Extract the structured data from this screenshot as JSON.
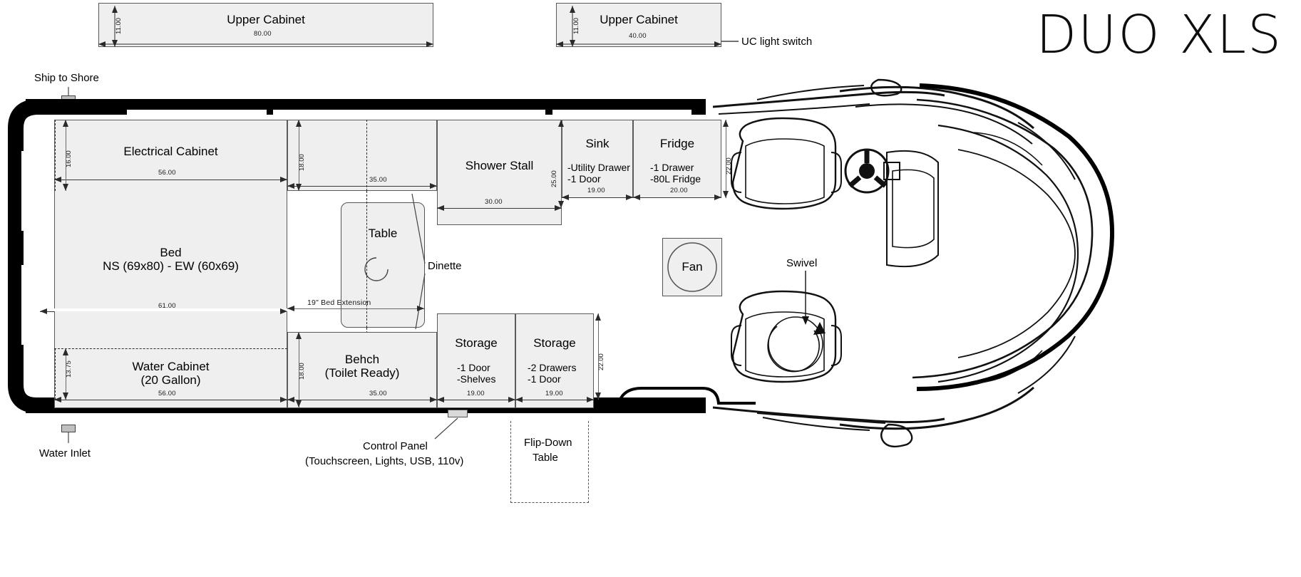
{
  "brand": {
    "title": "DUO XLS"
  },
  "upper_cabinets": [
    {
      "name": "Upper Cabinet",
      "width": "80.00",
      "height": "11.00"
    },
    {
      "name": "Upper Cabinet",
      "width": "40.00",
      "height": "11.00"
    }
  ],
  "callouts": {
    "uc_light_switch": "UC light switch",
    "ship_to_shore": "Ship to Shore",
    "water_inlet": "Water Inlet",
    "dinette": "Dinette",
    "swivel": "Swivel",
    "control_panel_line1": "Control Panel",
    "control_panel_line2": "(Touchscreen, Lights, USB, 110v)",
    "flip_down_line1": "Flip-Down",
    "flip_down_line2": "Table"
  },
  "modules": {
    "electrical_cabinet": {
      "label": "Electrical Cabinet",
      "depth": "16.00",
      "length": "56.00"
    },
    "bed": {
      "label_line1": "Bed",
      "label_line2": "NS (69x80) - EW (60x69)",
      "length": "61.00"
    },
    "water_cabinet": {
      "label_line1": "Water Cabinet",
      "label_line2": "(20 Gallon)",
      "depth": "13.75",
      "length": "56.00"
    },
    "upper_counter": {
      "depth": "18.00",
      "length": "35.00"
    },
    "table": {
      "label": "Table"
    },
    "bed_extension": {
      "label": "19\" Bed Extension"
    },
    "bench": {
      "label_line1": "Behch",
      "label_line2": "(Toilet Ready)",
      "depth": "18.00",
      "length": "35.00"
    },
    "shower_stall": {
      "label": "Shower Stall",
      "length": "30.00",
      "depth": "25.00"
    },
    "sink": {
      "label": "Sink",
      "features": [
        "-Utility Drawer",
        "-1 Door"
      ],
      "length": "19.00"
    },
    "fridge": {
      "label": "Fridge",
      "features": [
        "-1 Drawer",
        "-80L Fridge"
      ],
      "length": "20.00",
      "depth": "22.00"
    },
    "storage_left": {
      "label": "Storage",
      "features": [
        "-1 Door",
        "-Shelves"
      ],
      "length": "19.00"
    },
    "storage_right": {
      "label": "Storage",
      "features": [
        "-2 Drawers",
        "-1 Door"
      ],
      "length": "19.00",
      "depth": "22.00"
    },
    "fan": {
      "label": "Fan"
    }
  },
  "colors": {
    "fill": "#efefef",
    "outline": "#5a5a5a",
    "body": "#000000",
    "text": "#000000"
  }
}
